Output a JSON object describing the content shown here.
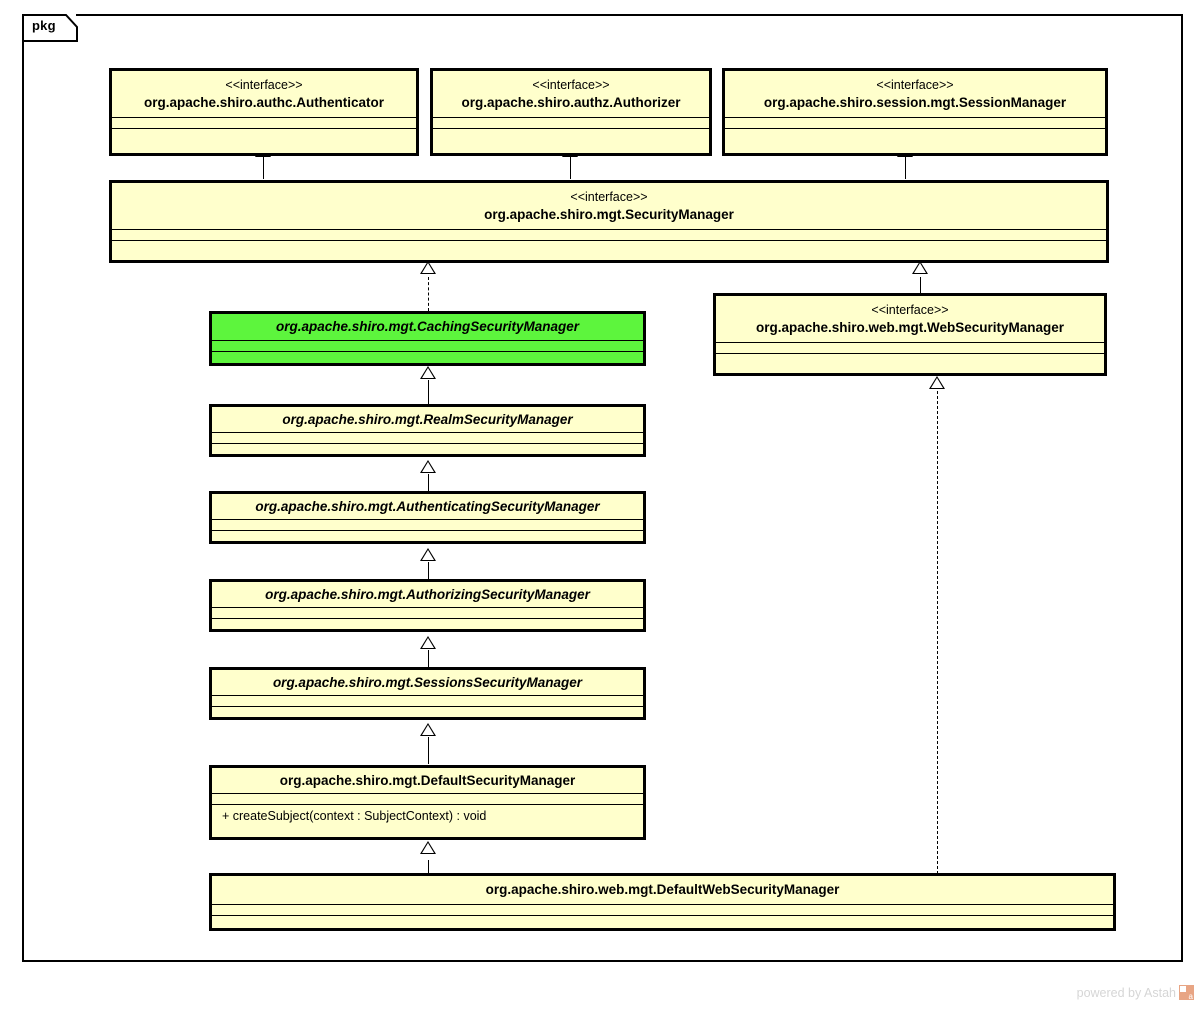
{
  "diagram": {
    "type": "uml-class-diagram",
    "frame_label": "pkg",
    "watermark": "powered by Astah",
    "colors": {
      "class_fill": "#FFFFCC",
      "highlight_fill": "#5DF53D",
      "border": "#000000",
      "background": "#FFFFFF"
    }
  },
  "classes": [
    {
      "id": "authenticator",
      "stereotype": "<<interface>>",
      "name": "org.apache.shiro.authc.Authenticator",
      "abstract": false,
      "highlighted": false,
      "operations": []
    },
    {
      "id": "authorizer",
      "stereotype": "<<interface>>",
      "name": "org.apache.shiro.authz.Authorizer",
      "abstract": false,
      "highlighted": false,
      "operations": []
    },
    {
      "id": "session-manager",
      "stereotype": "<<interface>>",
      "name": "org.apache.shiro.session.mgt.SessionManager",
      "abstract": false,
      "highlighted": false,
      "operations": []
    },
    {
      "id": "security-manager",
      "stereotype": "<<interface>>",
      "name": "org.apache.shiro.mgt.SecurityManager",
      "abstract": false,
      "highlighted": false,
      "operations": []
    },
    {
      "id": "caching-security-manager",
      "stereotype": "",
      "name": "org.apache.shiro.mgt.CachingSecurityManager",
      "abstract": true,
      "highlighted": true,
      "operations": []
    },
    {
      "id": "web-security-manager",
      "stereotype": "<<interface>>",
      "name": "org.apache.shiro.web.mgt.WebSecurityManager",
      "abstract": false,
      "highlighted": false,
      "operations": []
    },
    {
      "id": "realm-security-manager",
      "stereotype": "",
      "name": "org.apache.shiro.mgt.RealmSecurityManager",
      "abstract": true,
      "highlighted": false,
      "operations": []
    },
    {
      "id": "authenticating-security-manager",
      "stereotype": "",
      "name": "org.apache.shiro.mgt.AuthenticatingSecurityManager",
      "abstract": true,
      "highlighted": false,
      "operations": []
    },
    {
      "id": "authorizing-security-manager",
      "stereotype": "",
      "name": "org.apache.shiro.mgt.AuthorizingSecurityManager",
      "abstract": true,
      "highlighted": false,
      "operations": []
    },
    {
      "id": "sessions-security-manager",
      "stereotype": "",
      "name": "org.apache.shiro.mgt.SessionsSecurityManager",
      "abstract": true,
      "highlighted": false,
      "operations": []
    },
    {
      "id": "default-security-manager",
      "stereotype": "",
      "name": "org.apache.shiro.mgt.DefaultSecurityManager",
      "abstract": false,
      "highlighted": false,
      "operations": [
        "+ createSubject(context : SubjectContext) : void"
      ]
    },
    {
      "id": "default-web-security-manager",
      "stereotype": "",
      "name": "org.apache.shiro.web.mgt.DefaultWebSecurityManager",
      "abstract": false,
      "highlighted": false,
      "operations": []
    }
  ],
  "relationships": [
    {
      "from": "security-manager",
      "to": "authenticator",
      "kind": "generalization"
    },
    {
      "from": "security-manager",
      "to": "authorizer",
      "kind": "generalization"
    },
    {
      "from": "security-manager",
      "to": "session-manager",
      "kind": "generalization"
    },
    {
      "from": "caching-security-manager",
      "to": "security-manager",
      "kind": "realization"
    },
    {
      "from": "web-security-manager",
      "to": "security-manager",
      "kind": "generalization"
    },
    {
      "from": "realm-security-manager",
      "to": "caching-security-manager",
      "kind": "generalization"
    },
    {
      "from": "authenticating-security-manager",
      "to": "realm-security-manager",
      "kind": "generalization"
    },
    {
      "from": "authorizing-security-manager",
      "to": "authenticating-security-manager",
      "kind": "generalization"
    },
    {
      "from": "sessions-security-manager",
      "to": "authorizing-security-manager",
      "kind": "generalization"
    },
    {
      "from": "default-security-manager",
      "to": "sessions-security-manager",
      "kind": "generalization"
    },
    {
      "from": "default-web-security-manager",
      "to": "default-security-manager",
      "kind": "generalization"
    },
    {
      "from": "default-web-security-manager",
      "to": "web-security-manager",
      "kind": "realization"
    }
  ]
}
